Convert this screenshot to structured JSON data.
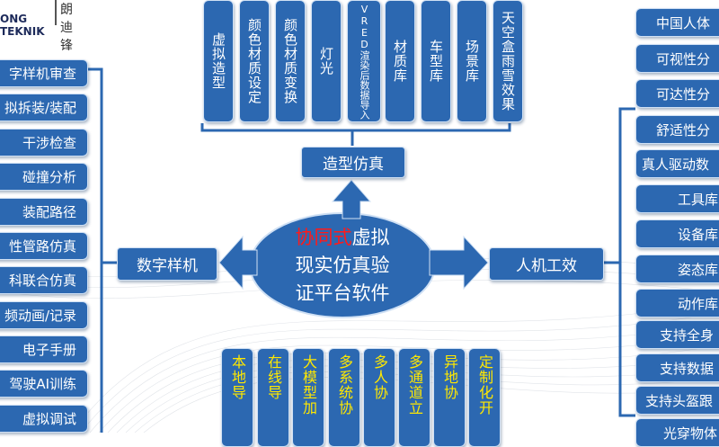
{
  "logo": {
    "cn": "朗迪锋",
    "en": "ONG TEKNIK"
  },
  "center": {
    "highlight": "协同式",
    "line1_rest": "虚拟",
    "line2": "现实仿真验",
    "line3": "证平台软件"
  },
  "hubs": {
    "top": "造型仿真",
    "left": "数字样机",
    "right": "人机工效"
  },
  "top_items": [
    "虚拟造型",
    "颜色材质设定",
    "颜色材质变换",
    "灯光",
    "VRED渲染后数据导入",
    "材质库",
    "车型库",
    "场景库",
    "天空盒雨雪效果"
  ],
  "left_items": [
    "字样机审查",
    "拟拆装/装配",
    "干涉检查",
    "碰撞分析",
    "装配路径",
    "性管路仿真",
    "科联合仿真",
    "频动画/记录",
    "电子手册",
    "驾驶AI训练",
    "虚拟调试"
  ],
  "right_items": [
    "中国人体",
    "可视性分",
    "可达性分",
    "舒适性分",
    "真人驱动数",
    "工具库",
    "设备库",
    "姿态库",
    "动作库",
    "支持全身",
    "支持数据",
    "支持头盔跟",
    "光穿物体"
  ],
  "bottom_items": [
    "本地导",
    "在线导",
    "大模型加",
    "多系统协",
    "多人协",
    "多通道立",
    "异地协",
    "定制化开"
  ],
  "colors": {
    "box": "#2c68b1",
    "highlight": "#ff1a1a",
    "bottom_text": "#ffe800",
    "connector": "#2c68b1"
  }
}
